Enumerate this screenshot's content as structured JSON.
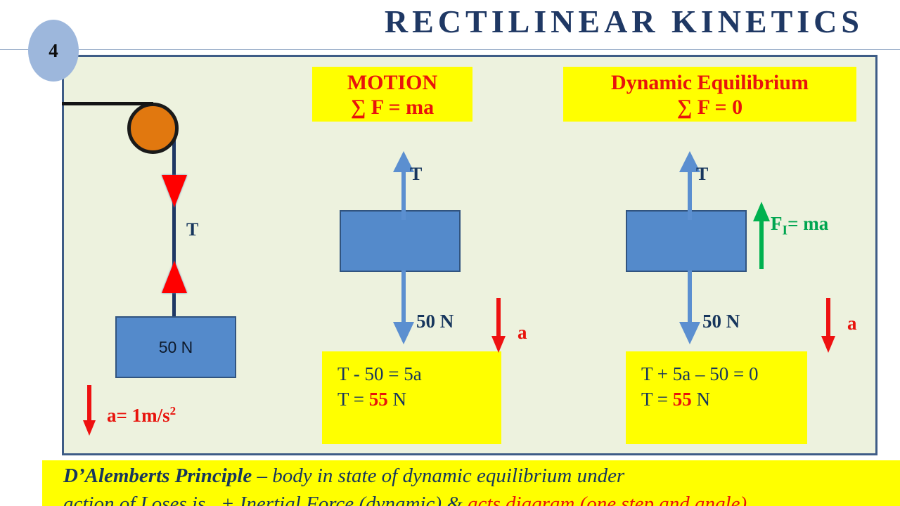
{
  "slide": {
    "number": "4",
    "title": "RECTILINEAR KINETICS"
  },
  "colors": {
    "title_navy": "#1F3864",
    "highlight_yellow": "#FFFF00",
    "accent_red": "#E8130C",
    "inertia_green": "#00A550",
    "block_blue": "#548ACB",
    "pulley_orange": "#E1780F",
    "panel_fill": "#EDF2DE",
    "panel_border": "#3E5C86",
    "badge_blue": "#9DB7DC"
  },
  "pulley_system": {
    "tension_label": "T",
    "block_label": "50 N",
    "acceleration_label": "a= 1m/s",
    "acceleration_exponent": "2"
  },
  "columns": [
    {
      "id": "motion",
      "header_title": "MOTION",
      "header_equation": "∑ F = ma",
      "tension_label": "T",
      "weight_label": "50 N",
      "acceleration_label": "a",
      "equations": [
        {
          "prefix": "T - 50 = 5a",
          "highlight": "",
          "suffix": ""
        },
        {
          "prefix": "T = ",
          "highlight": "55",
          "suffix": " N"
        }
      ]
    },
    {
      "id": "dynamic-equilibrium",
      "header_title": "Dynamic Equilibrium",
      "header_equation": "∑ F = 0",
      "tension_label": "T",
      "weight_label": "50 N",
      "acceleration_label": "a",
      "inertia_label_symbol": "F",
      "inertia_label_subscript": "I",
      "inertia_label_rest": "= ma",
      "equations": [
        {
          "prefix": "T + 5a – 50 = 0",
          "highlight": "",
          "suffix": ""
        },
        {
          "prefix": "T = ",
          "highlight": "55",
          "suffix": " N"
        }
      ]
    }
  ],
  "banner": {
    "term": "D’Alemberts Principle",
    "line1_rest": " – body in state of dynamic equilibrium under",
    "line2_black": "action of Loses is.. + Inertial Force (dynamic) & ",
    "line2_red": "acts diagram (one step and angle)"
  },
  "icons": {
    "pulley": "pulley-wheel-icon",
    "tension_up": "tension-arrow-up-icon",
    "tension_down": "tension-arrow-down-icon"
  }
}
